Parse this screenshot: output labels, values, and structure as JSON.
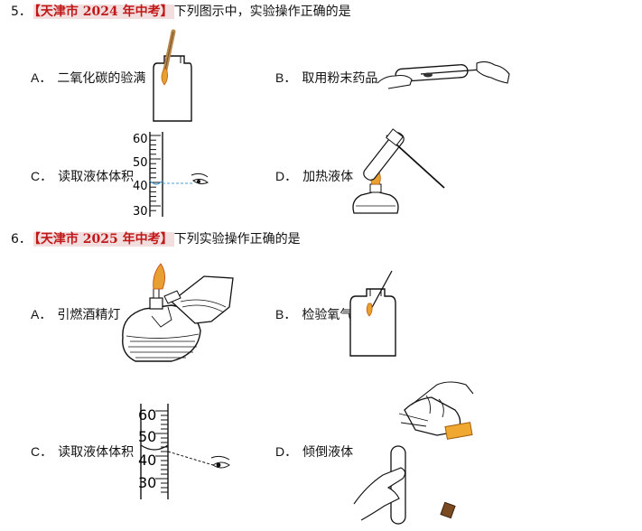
{
  "questions": [
    {
      "number": "5．",
      "tag": "【天津市 2024 年中考】",
      "prompt": "下列图示中，实验操作正确的是",
      "options": [
        {
          "letter": "A．",
          "text": "二氧化碳的验满"
        },
        {
          "letter": "B．",
          "text": "取用粉末药品"
        },
        {
          "letter": "C．",
          "text": "读取液体体积"
        },
        {
          "letter": "D．",
          "text": "加热液体"
        }
      ],
      "cylinder_ticks": [
        "60",
        "50",
        "40",
        "30"
      ]
    },
    {
      "number": "6．",
      "tag": "【天津市 2025 年中考】",
      "prompt": "下列实验操作正确的是",
      "options": [
        {
          "letter": "A．",
          "text": "引燃酒精灯"
        },
        {
          "letter": "B．",
          "text": "检验氧气"
        },
        {
          "letter": "C．",
          "text": "读取液体体积"
        },
        {
          "letter": "D．",
          "text": "倾倒液体"
        }
      ],
      "cylinder_ticks": [
        "60",
        "50",
        "40",
        "30"
      ]
    }
  ],
  "colors": {
    "tag_text": "#c01818",
    "tag_bg": "#f2dede",
    "flame": "#e8a030",
    "guide_line": "#4a9fd8"
  }
}
